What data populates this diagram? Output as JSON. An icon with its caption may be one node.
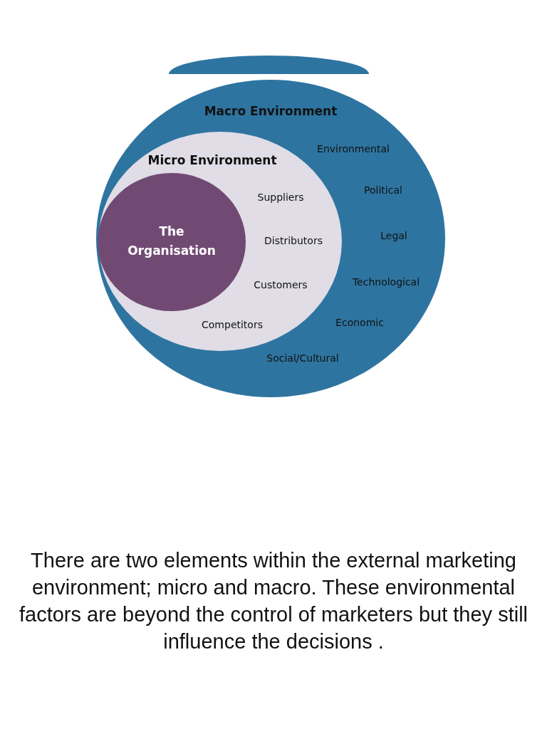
{
  "diagram": {
    "caption": "There are two elements within the external marketing environment; micro and macro. These environmental factors are beyond the control of marketers but they still influence the decisions .",
    "nodes": [
      {
        "text": [],
        "shape": "circle"
      },
      {
        "text": [
          "Macro Environment",
          "Environmental",
          "Political",
          "Legal",
          "Technological",
          "Economic",
          "Social/Cultural"
        ]
      },
      {
        "text": [
          "Micro Environment",
          "Suppliers",
          "Distributors",
          "Customers",
          "Competitors"
        ],
        "in": 1
      },
      {
        "text": [
          "The Organisation"
        ],
        "in": 2
      }
    ]
  }
}
